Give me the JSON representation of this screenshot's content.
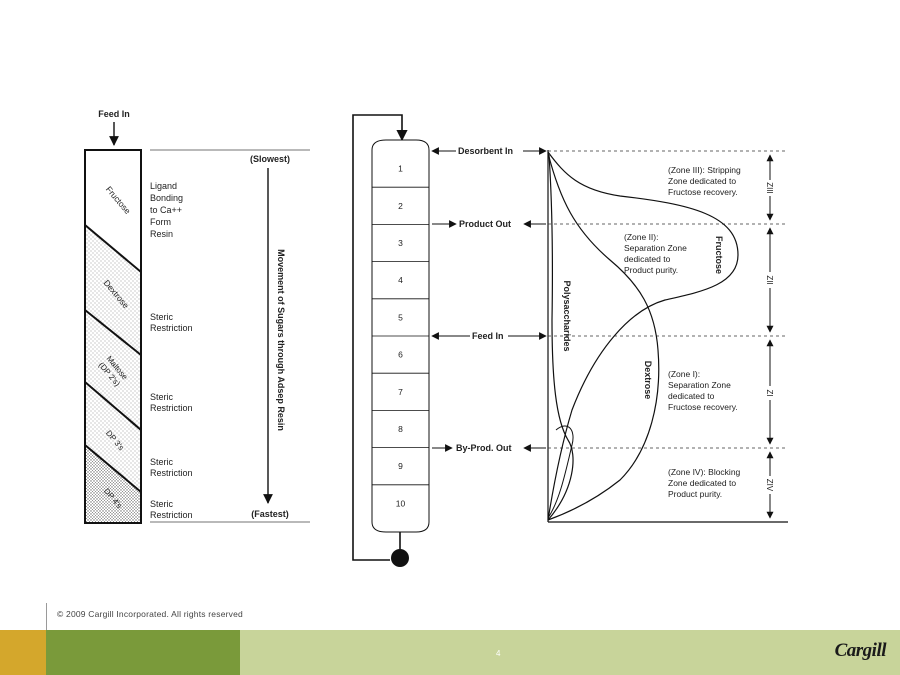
{
  "diagram": {
    "left": {
      "feed_in": "Feed In",
      "sugars": [
        "Fructose",
        "Dextrose",
        "Maltose (DP 2's)",
        "DP 3's",
        "DP 4's"
      ],
      "bonding_lines": [
        "Ligand",
        "Bonding",
        "to Ca++",
        "Form",
        "Resin"
      ],
      "steric_line1": "Steric",
      "steric_line2": "Restriction",
      "slowest": "(Slowest)",
      "fastest": "(Fastest)",
      "movement_label": "Movement of Sugars through Adsep Resin"
    },
    "column": {
      "cells": [
        "1",
        "2",
        "3",
        "4",
        "5",
        "6",
        "7",
        "8",
        "9",
        "10"
      ],
      "ports": {
        "desorbent_in": "Desorbent In",
        "product_out": "Product Out",
        "feed_in": "Feed In",
        "by_prod_out": "By-Prod. Out"
      }
    },
    "curves": {
      "fructose": "Fructose",
      "polysaccharides": "Polysaccharides",
      "dextrose": "Dextrose"
    },
    "zones": {
      "zone3": [
        "(Zone III): Stripping",
        "Zone dedicated to",
        "Fructose recovery."
      ],
      "zone2": [
        "(Zone II):",
        "Separation Zone",
        "dedicated to",
        "Product purity."
      ],
      "zone1": [
        "(Zone I):",
        "Separation Zone",
        "dedicated to",
        "Fructose recovery."
      ],
      "zone4": [
        "(Zone IV): Blocking",
        "Zone dedicated to",
        "Product purity."
      ],
      "markers": [
        "ZIII",
        "ZII",
        "ZI",
        "ZIV"
      ]
    }
  },
  "footer": {
    "copyright": "© 2009 Cargill Incorporated. All rights reserved",
    "page_number": "4",
    "logo": "Cargill"
  },
  "colors": {
    "gold": "#d4a72c",
    "green": "#7a9a3a",
    "light_green": "#c8d49a"
  }
}
